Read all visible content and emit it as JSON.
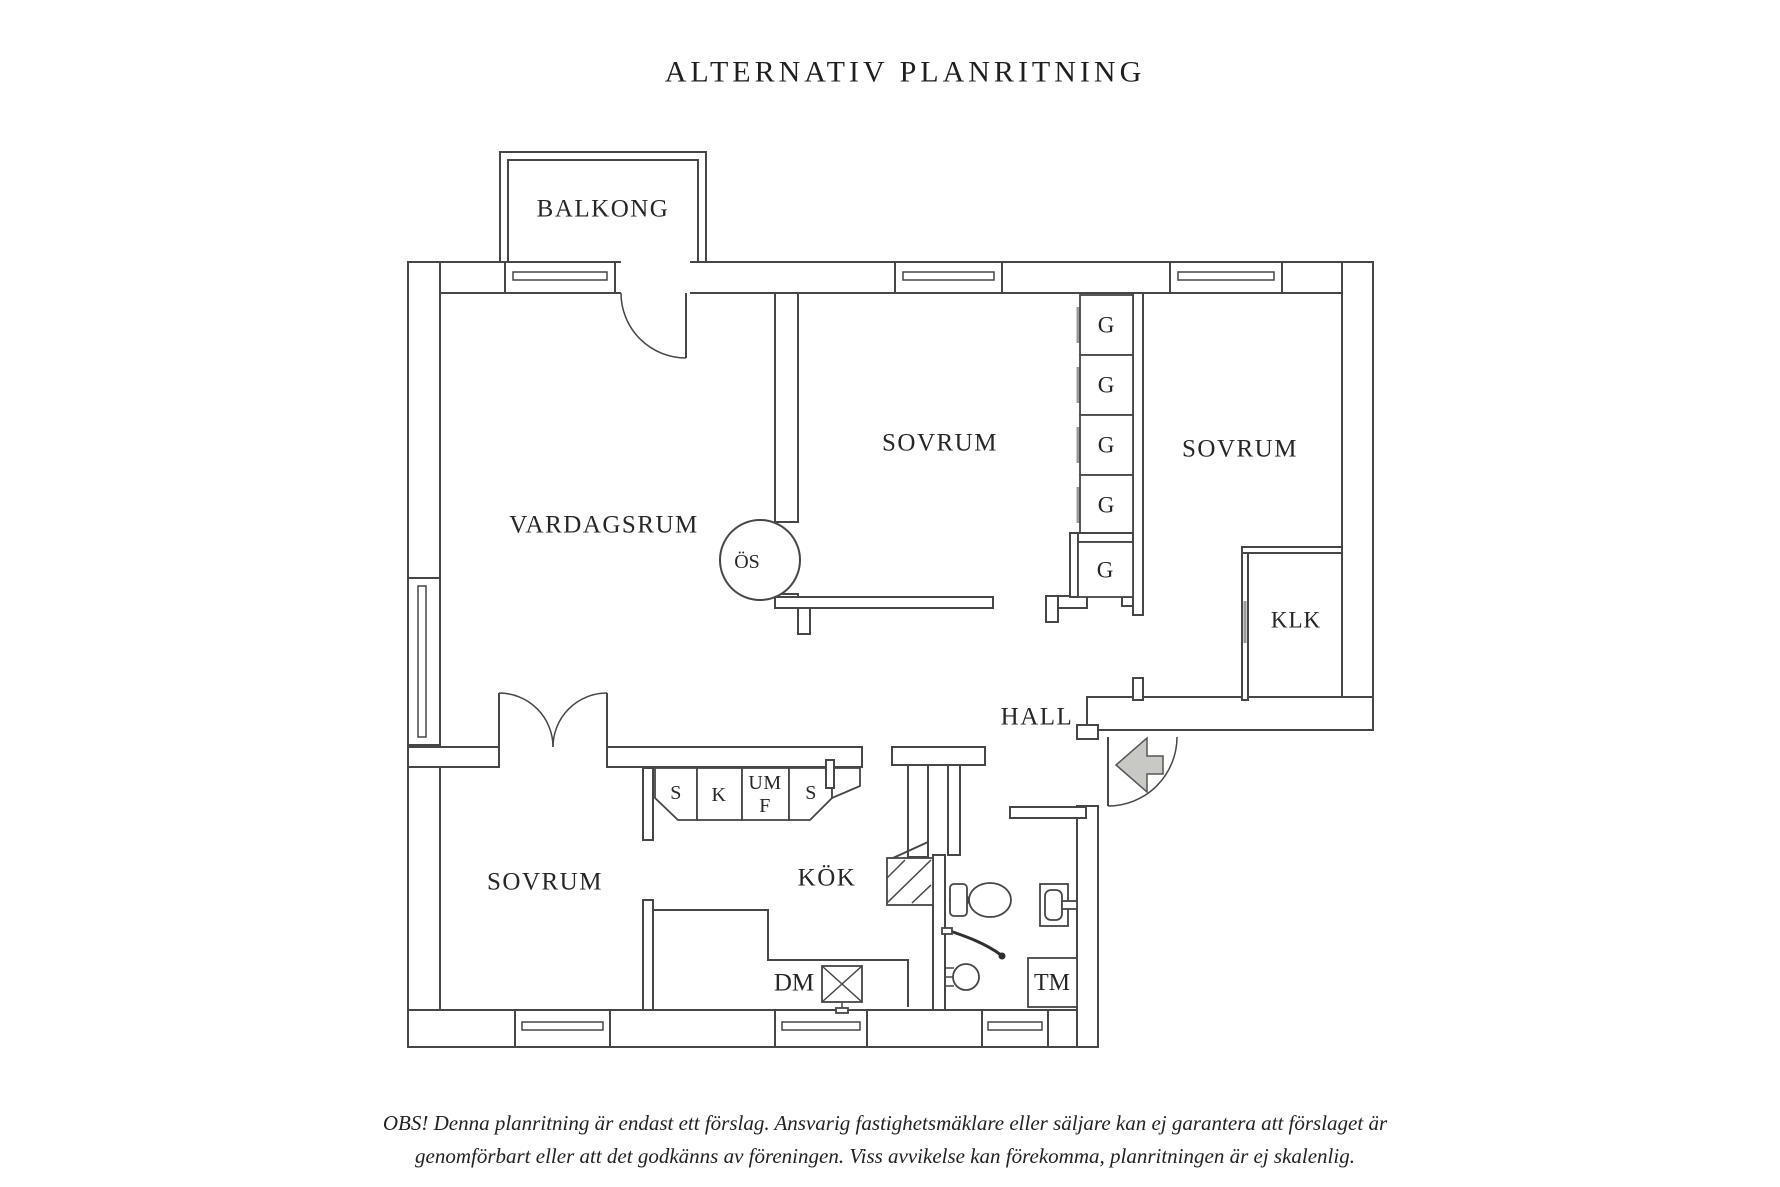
{
  "title": "ALTERNATIV PLANRITNING",
  "rooms": {
    "balcony": "BALKONG",
    "living": "VARDAGSRUM",
    "bedroom_top": "SOVRUM",
    "bedroom_right": "SOVRUM",
    "bedroom_bottom": "SOVRUM",
    "kitchen": "KÖK",
    "hall": "HALL",
    "walk_in_closet": "KLK"
  },
  "symbols": {
    "fireplace": "ÖS",
    "wardrobes": [
      "G",
      "G",
      "G",
      "G",
      "G"
    ],
    "kitchen_units": [
      "S",
      "K",
      "UM",
      "F",
      "S"
    ],
    "dishwasher": "DM",
    "washing_machine": "TM"
  },
  "footer": {
    "line1": "OBS! Denna planritning är endast ett förslag. Ansvarig fastighetsmäklare eller säljare kan ej garantera att förslaget är",
    "line2": "genomförbart eller att det godkänns av föreningen. Viss avvikelse kan förekomma, planritningen är ej skalenlig."
  },
  "colors": {
    "line": "#464646",
    "text": "#262626",
    "muted_line": "#9a9a9a",
    "entry_arrow": "#c8c8c4",
    "background": "#ffffff"
  }
}
